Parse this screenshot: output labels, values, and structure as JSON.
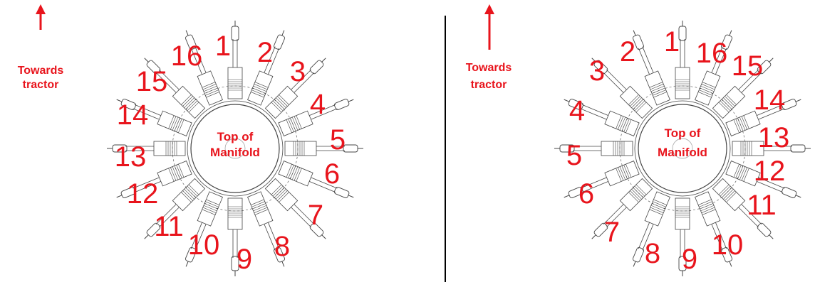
{
  "diagrams": [
    {
      "arrow_label_line1": "Towards",
      "arrow_label_line2": "tractor",
      "center_label_line1": "Top of",
      "center_label_line2": "Manifold",
      "ports": [
        "1",
        "2",
        "3",
        "4",
        "5",
        "6",
        "7",
        "8",
        "9",
        "10",
        "11",
        "12",
        "13",
        "14",
        "15",
        "16"
      ]
    },
    {
      "arrow_label_line1": "Towards",
      "arrow_label_line2": "tractor",
      "center_label_line1": "Top of",
      "center_label_line2": "Manifold",
      "ports": [
        "1",
        "16",
        "15",
        "14",
        "13",
        "12",
        "11",
        "10",
        "9",
        "8",
        "7",
        "6",
        "5",
        "4",
        "3",
        "2"
      ]
    }
  ],
  "colors": {
    "label": "#e8141c",
    "drawing": "#444444",
    "divider": "#000000"
  }
}
